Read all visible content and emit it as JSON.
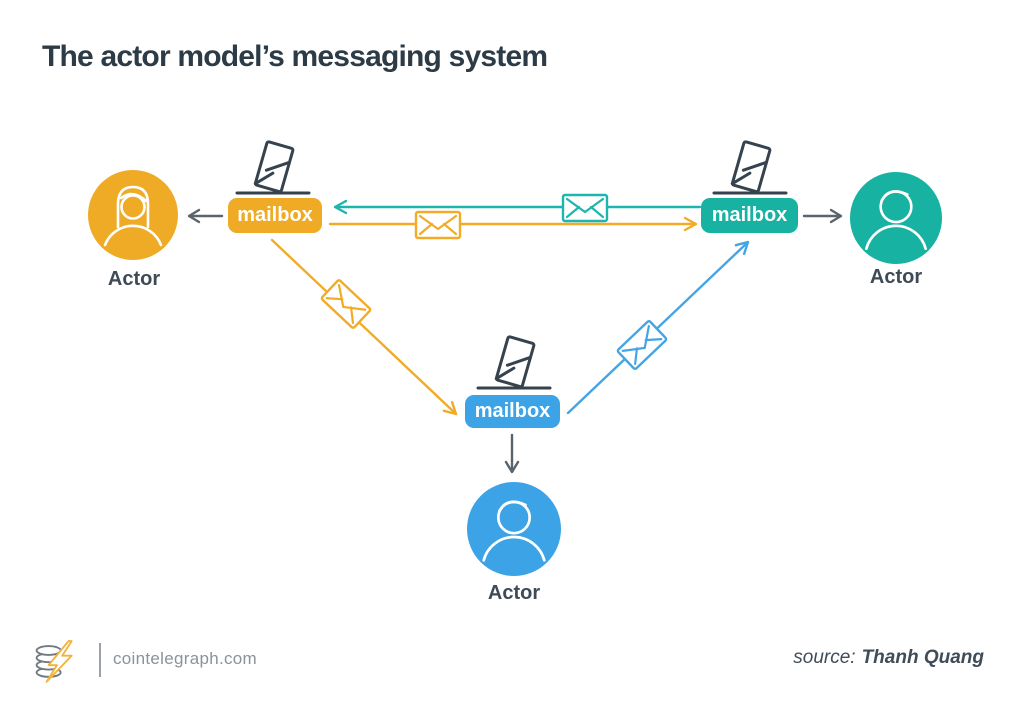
{
  "title": "The actor model’s messaging system",
  "nodes": {
    "left": {
      "actor_label": "Actor",
      "mailbox_label": "mailbox",
      "color": "#efab26",
      "person": "person-female-icon"
    },
    "right": {
      "actor_label": "Actor",
      "mailbox_label": "mailbox",
      "color": "#17b2a2",
      "person": "person-male-icon"
    },
    "bottom": {
      "actor_label": "Actor",
      "mailbox_label": "mailbox",
      "color": "#3ba3e6",
      "person": "person-male-icon"
    }
  },
  "messages": [
    {
      "from": "right-mailbox",
      "to": "left-mailbox",
      "color": "#1eb5af",
      "icon": "envelope-icon"
    },
    {
      "from": "left-mailbox",
      "to": "right-mailbox",
      "color": "#f2ab26",
      "icon": "envelope-icon"
    },
    {
      "from": "left-mailbox",
      "to": "bottom-mailbox",
      "color": "#f2ab26",
      "icon": "envelope-icon"
    },
    {
      "from": "bottom-mailbox",
      "to": "right-mailbox",
      "color": "#45a4e6",
      "icon": "envelope-icon"
    }
  ],
  "icons": {
    "mailbox_top": "envelope-into-slot-icon",
    "message": "envelope-icon",
    "logo": "cointelegraph-logo-icon"
  },
  "colors": {
    "yellow": "#efab26",
    "teal": "#17b2a2",
    "blue": "#3ba3e6",
    "teal_line": "#1eb5af",
    "yellow_line": "#f2ab26",
    "blue_line": "#45a4e6",
    "ink": "#36434e",
    "arrow_gray": "#5a646d",
    "title_text": "#2d3b46",
    "label_text": "#3e4b57",
    "footer_text": "#8b9298",
    "source_text": "#3f4d59",
    "logo_coin": "#6f7a83",
    "logo_bolt": "#f1b43c",
    "background": "#ffffff"
  },
  "footer": {
    "site": "cointelegraph.com",
    "source_prefix": "source:",
    "source_name": "Thanh Quang"
  }
}
